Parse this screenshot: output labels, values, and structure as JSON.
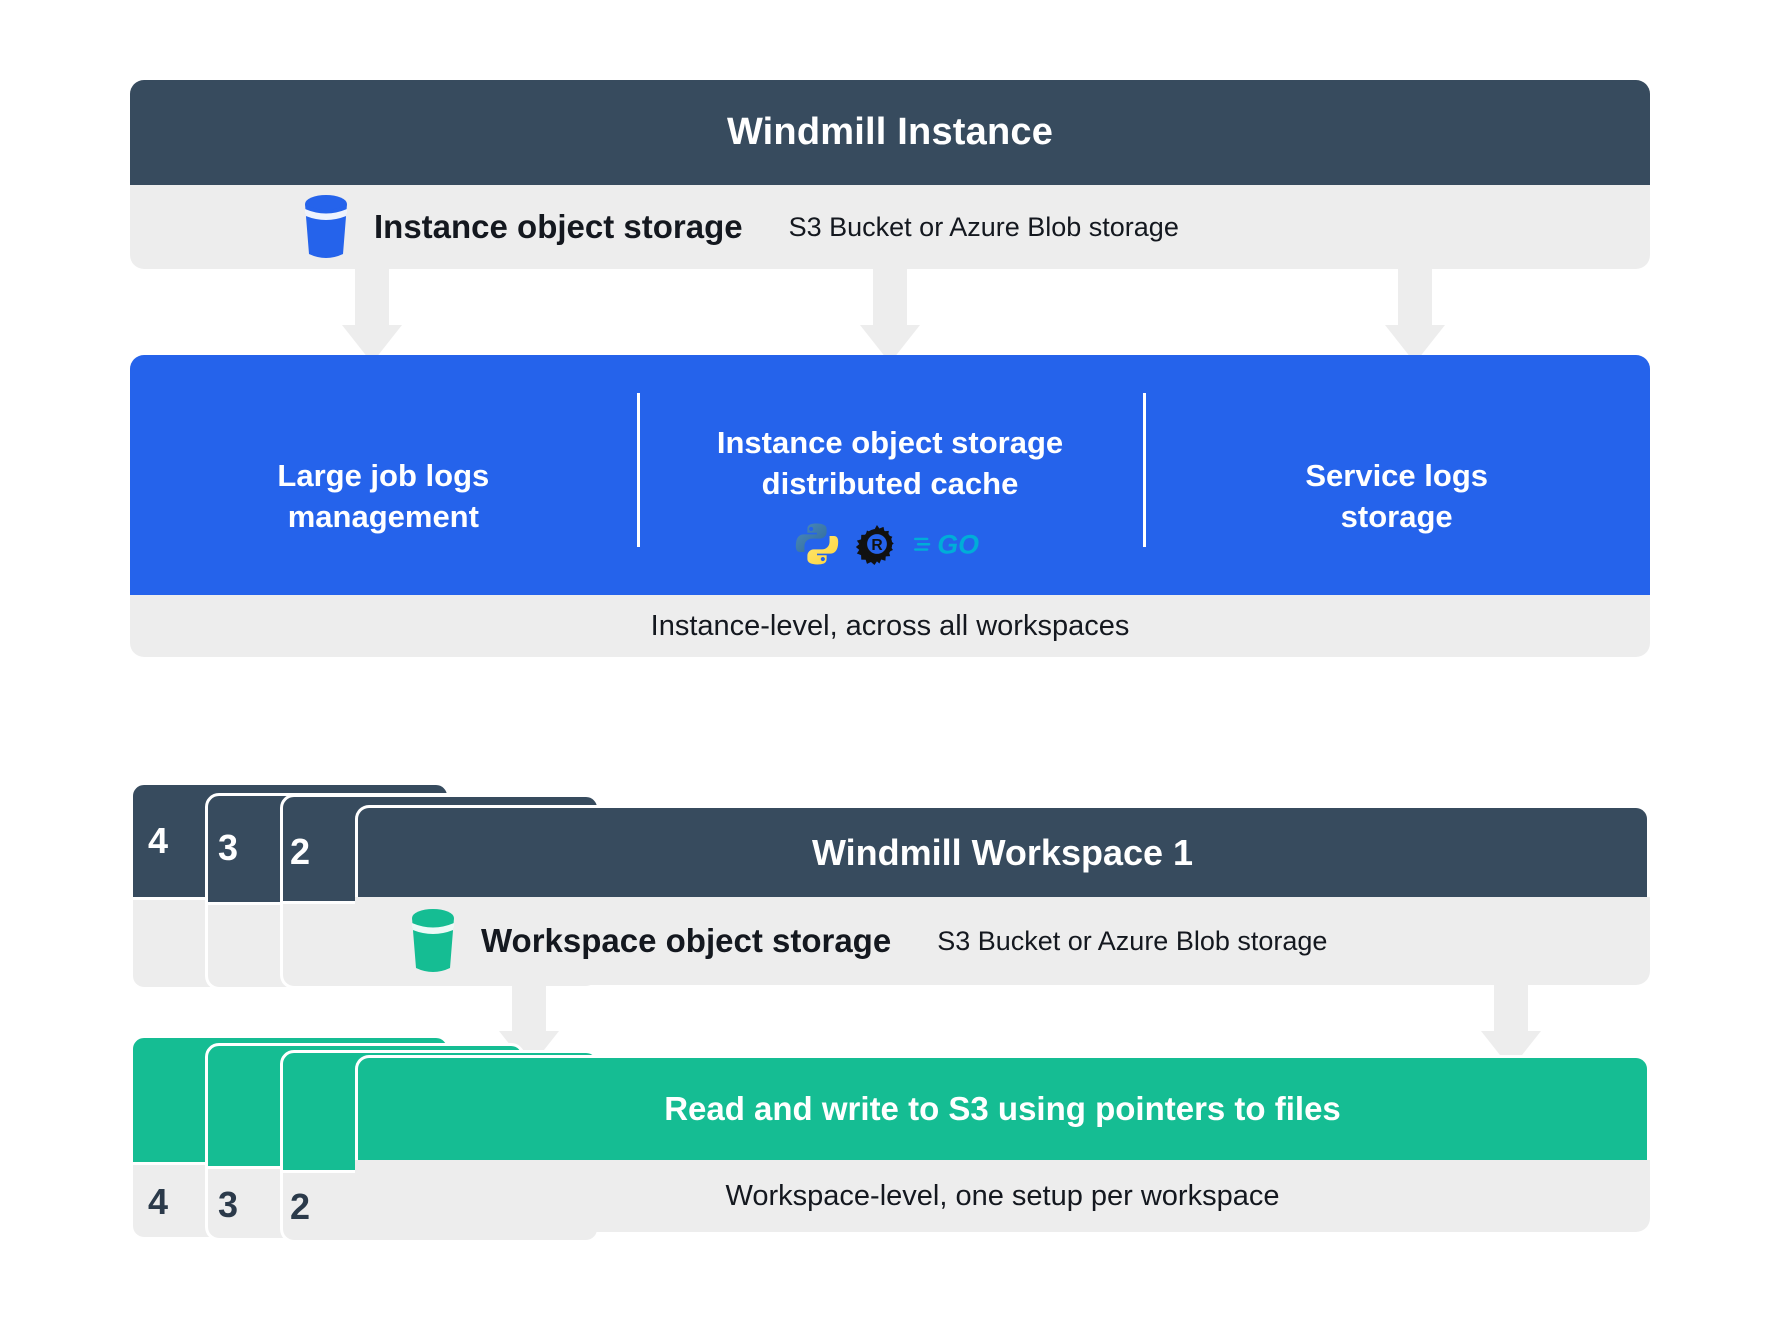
{
  "colors": {
    "navy": "#374B5E",
    "gray": "#EDEDED",
    "blue": "#2563EB",
    "green": "#15BD93",
    "white": "#FFFFFF",
    "text_dark": "#14181F",
    "bucket_blue": "#2563EB",
    "bucket_green": "#15BD93",
    "python_blue": "#3B7EA1",
    "python_yellow": "#FFD43B",
    "rust_black": "#111111",
    "go_cyan": "#00ADD8"
  },
  "instance": {
    "header_title": "Windmill Instance",
    "storage": {
      "icon": "bucket-icon",
      "label": "Instance object storage",
      "sublabel": "S3 Bucket or Azure Blob storage"
    },
    "columns": [
      {
        "title": "Large job logs\nmanagement",
        "logos": []
      },
      {
        "title": "Instance object storage\ndistributed cache",
        "logos": [
          "python-logo",
          "rust-logo",
          "go-logo"
        ]
      },
      {
        "title": "Service logs\nstorage",
        "logos": []
      }
    ],
    "footer": "Instance-level, across all workspaces"
  },
  "workspace": {
    "stack_labels": [
      "4",
      "3",
      "2"
    ],
    "header_title": "Windmill Workspace 1",
    "storage": {
      "icon": "bucket-icon",
      "label": "Workspace object storage",
      "sublabel": "S3 Bucket or Azure Blob storage"
    },
    "panel_title": "Read and write to S3 using pointers to files",
    "footer": "Workspace-level, one setup per workspace",
    "green_stack_labels": [
      "4",
      "3",
      "2"
    ]
  }
}
